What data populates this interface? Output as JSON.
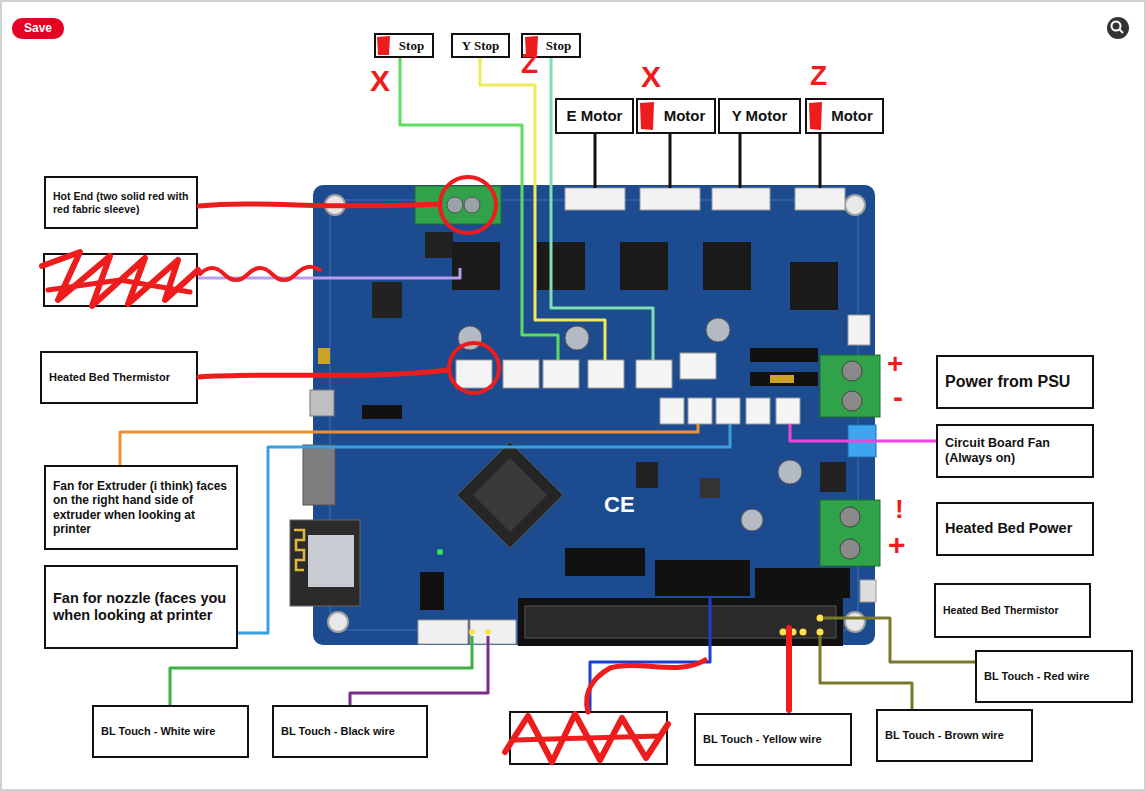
{
  "diagram": {
    "nodes": [
      {
        "text": [
          "Save"
        ]
      },
      {
        "text": [
          "Stop"
        ]
      },
      {
        "text": [
          "Y Stop"
        ]
      },
      {
        "text": [
          "Stop"
        ]
      },
      {
        "text": [
          "E Motor"
        ]
      },
      {
        "text": [
          "Motor"
        ]
      },
      {
        "text": [
          "Y Motor"
        ]
      },
      {
        "text": [
          "Motor"
        ]
      },
      {
        "text": [
          "Hot End (two solid red with red fabric sleeve)"
        ]
      },
      {
        "text": [
          "Heated Bed Thermistor"
        ]
      },
      {
        "text": [
          "Power from PSU"
        ]
      },
      {
        "text": [
          "Circuit Board Fan (Always on)"
        ]
      },
      {
        "text": [
          "Fan for Extruder (i think) faces on the right hand side of extruder when looking at printer"
        ]
      },
      {
        "text": [
          "Heated Bed Power"
        ]
      },
      {
        "text": [
          "Fan for nozzle (faces you when looking at printer"
        ]
      },
      {
        "text": [
          "Heated Bed Thermistor"
        ]
      },
      {
        "text": [
          "BL Touch - Red wire"
        ]
      },
      {
        "text": [
          "BL Touch - White wire"
        ]
      },
      {
        "text": [
          "BL Touch - Black wire"
        ]
      },
      {
        "text": [
          "BL Touch - Yellow wire"
        ]
      },
      {
        "text": [
          "BL Touch - Brown wire"
        ]
      }
    ],
    "labels": [
      "CE",
      "X",
      "Z",
      "X",
      "Z",
      "+",
      "-",
      "!",
      "+"
    ]
  }
}
